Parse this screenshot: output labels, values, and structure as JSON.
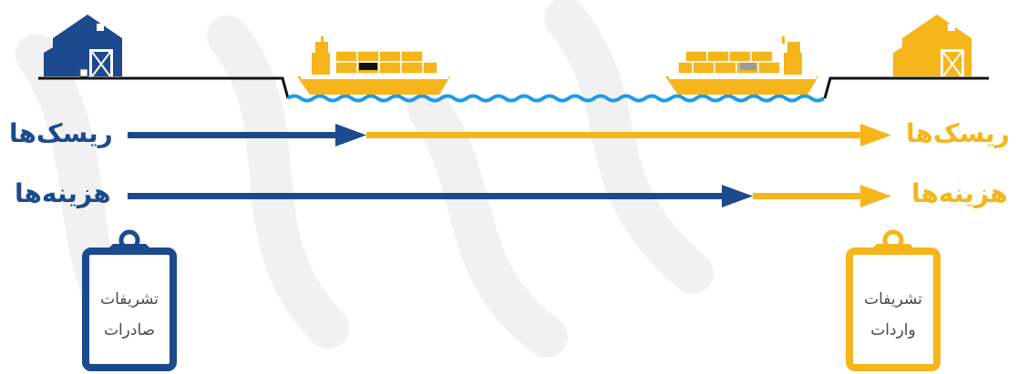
{
  "colors": {
    "exporter": "#1c4a8c",
    "importer": "#f5b51b",
    "water": "#1e9be8",
    "ground": "#111111",
    "watermark": "#f0f0f0"
  },
  "exporter": {
    "warehouse_icon": "warehouse-icon",
    "risks_label": "ریسک‌ها",
    "costs_label": "هزینه‌ها",
    "clipboard": {
      "icon": "clipboard-icon",
      "line1": "تشریفات",
      "line2": "صادرات"
    }
  },
  "importer": {
    "warehouse_icon": "warehouse-icon",
    "risks_label": "ریسک‌ها",
    "costs_label": "هزینه‌ها",
    "clipboard": {
      "icon": "clipboard-icon",
      "line1": "تشریفات",
      "line2": "واردات"
    }
  },
  "ships": {
    "icon": "container-ship-icon"
  },
  "transfer": {
    "risk_transfer_point": "ship at port of loading",
    "cost_transfer_point": "ship at port of destination"
  }
}
